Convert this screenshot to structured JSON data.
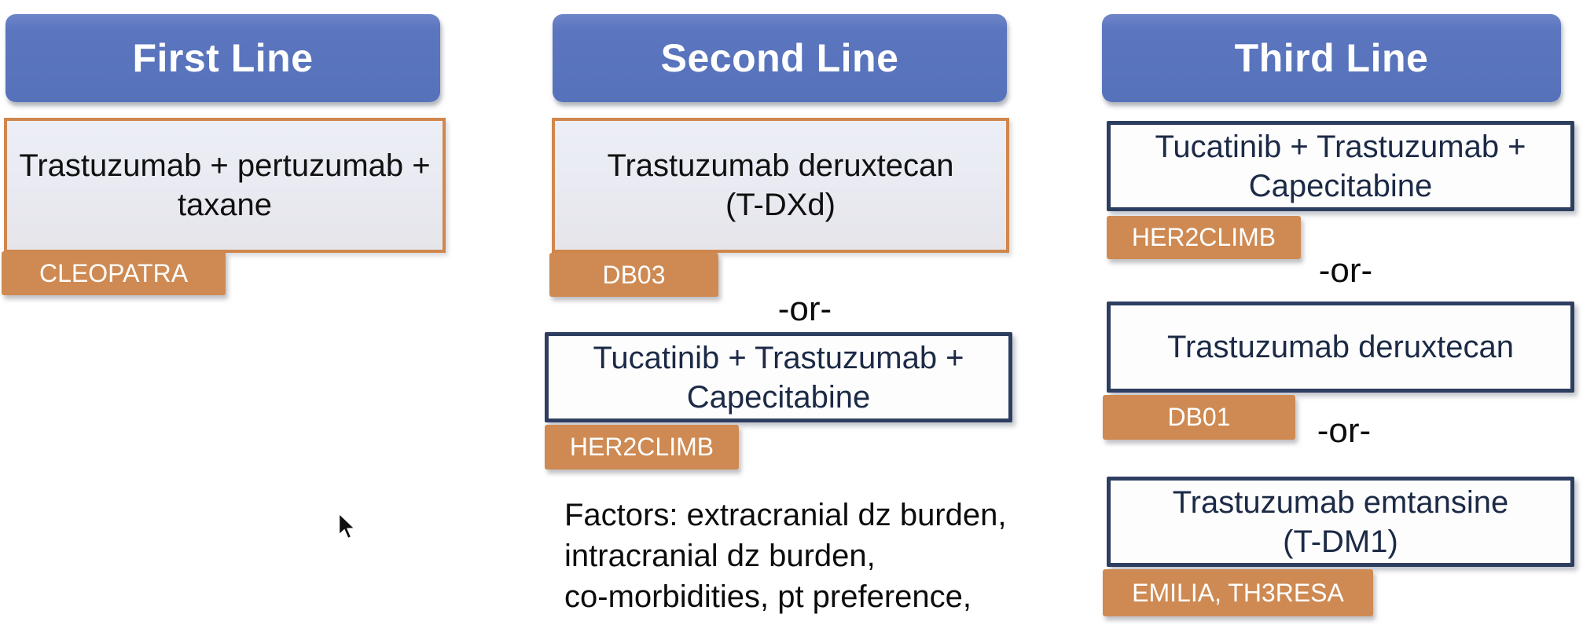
{
  "slide": {
    "columns": {
      "first": {
        "header": "First Line",
        "regimen1": {
          "line1": "Trastuzumab + pertuzumab +",
          "line2": "taxane"
        },
        "trial1": "CLEOPATRA"
      },
      "second": {
        "header": "Second Line",
        "regimen1": {
          "line1": "Trastuzumab deruxtecan",
          "line2": "(T-DXd)"
        },
        "trial1": "DB03",
        "or": "-or-",
        "regimen2": {
          "line1": "Tucatinib + Trastuzumab +",
          "line2": "Capecitabine"
        },
        "trial2": "HER2CLIMB",
        "factors": {
          "line1": "Factors: extracranial dz burden,",
          "line2": "intracranial dz burden,",
          "line3": "co-morbidities, pt preference,"
        }
      },
      "third": {
        "header": "Third Line",
        "regimen1": {
          "line1": "Tucatinib + Trastuzumab +",
          "line2": "Capecitabine"
        },
        "trial1": "HER2CLIMB",
        "or1": "-or-",
        "regimen2": {
          "line1": "Trastuzumab deruxtecan"
        },
        "trial2": "DB01",
        "or2": "-or-",
        "regimen3": {
          "line1": "Trastuzumab emtansine",
          "line2": "(T-DM1)"
        },
        "trial3": "EMILIA, TH3RESA"
      }
    },
    "colors": {
      "header_blue": "#5A74BC",
      "trial_tag_orange": "#CE8A52",
      "box_border_orange": "#D0874D",
      "box_border_navy": "#2D3E60",
      "navy_text": "#1C2A46",
      "body_text": "#0C0C0C",
      "box_fill_light": "#E9EAF1"
    }
  }
}
